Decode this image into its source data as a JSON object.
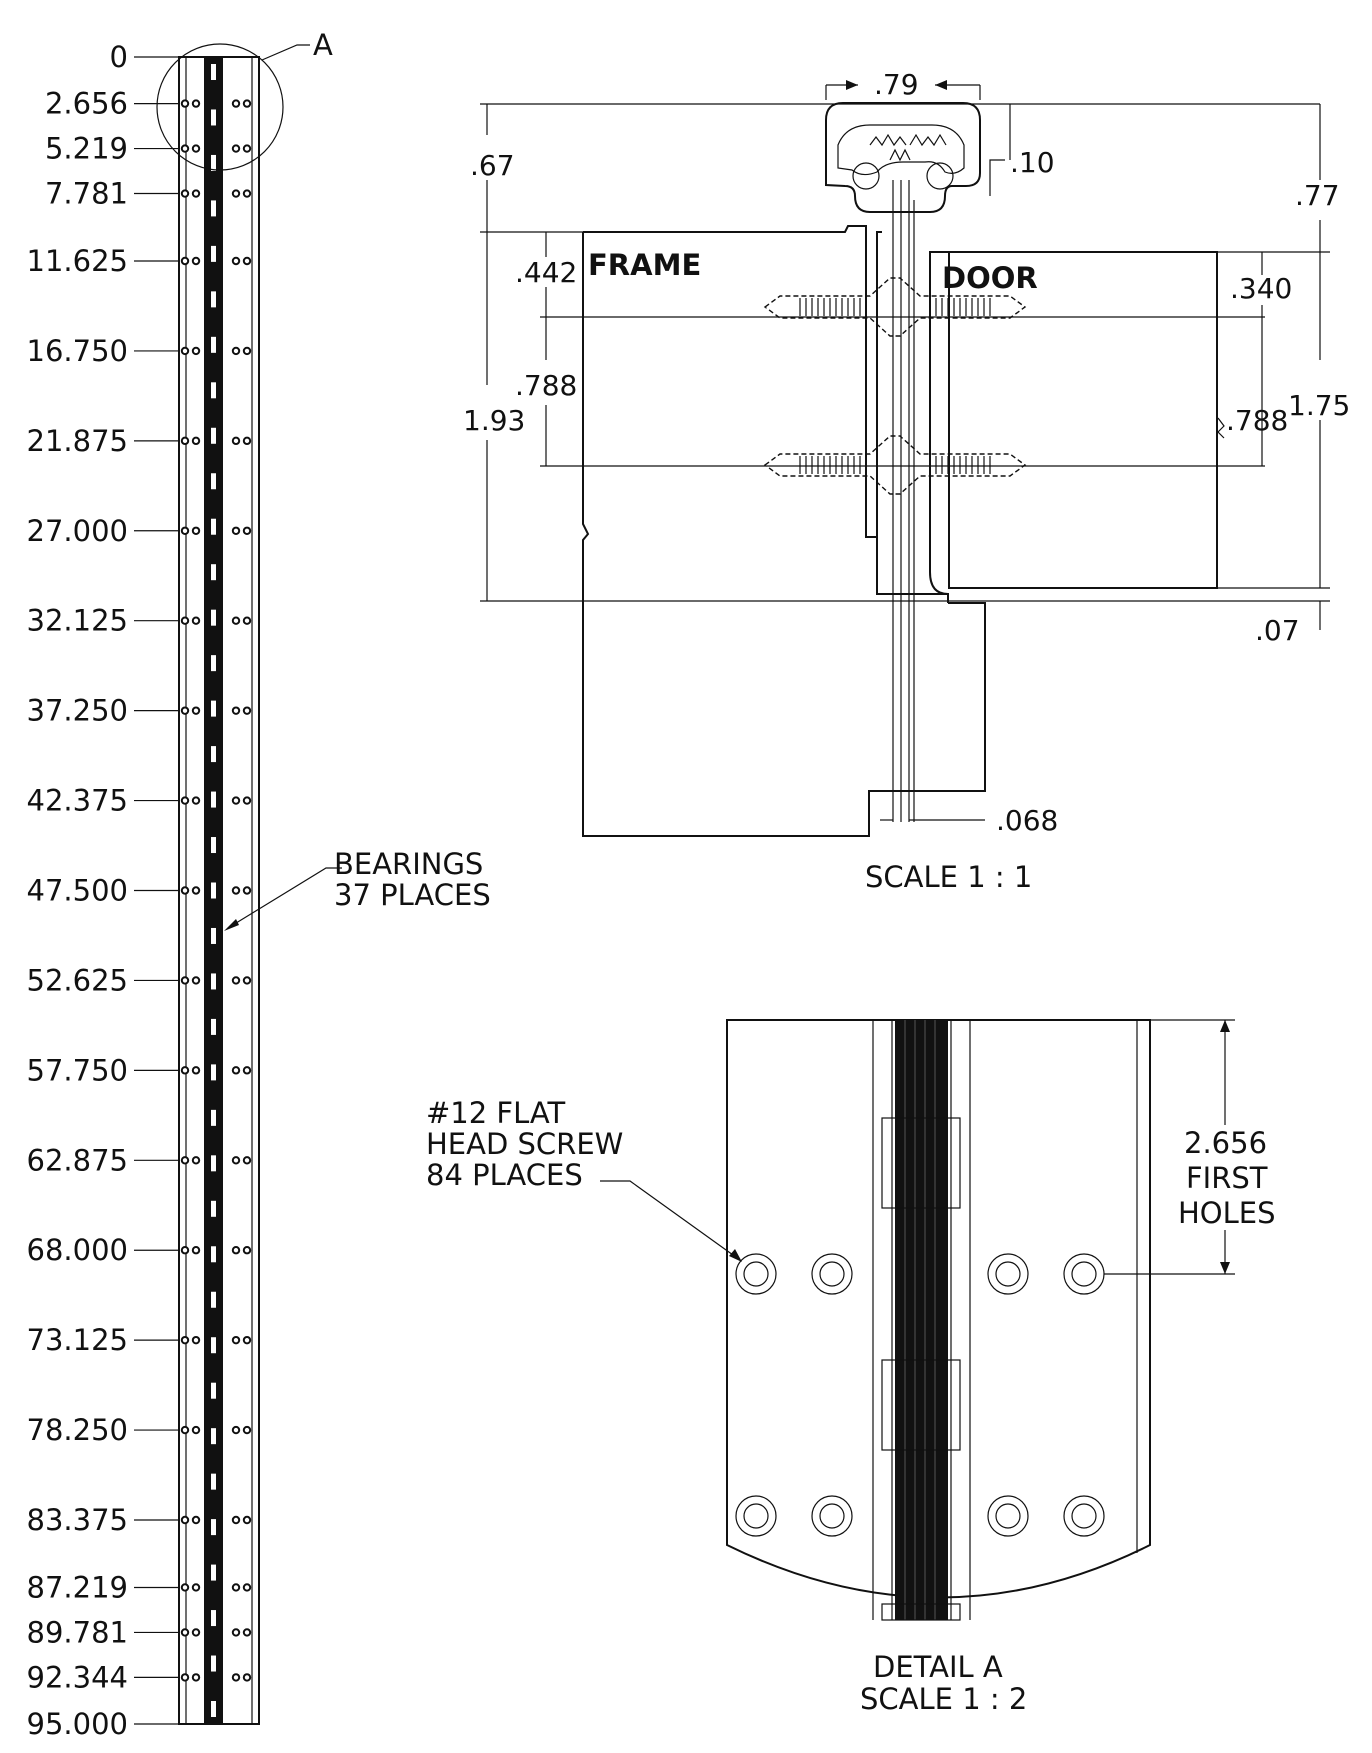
{
  "strip": {
    "stations": [
      "0",
      "2.656",
      "5.219",
      "7.781",
      "11.625",
      "16.750",
      "21.875",
      "27.000",
      "32.125",
      "37.250",
      "42.375",
      "47.500",
      "52.625",
      "57.750",
      "62.875",
      "68.000",
      "73.125",
      "78.250",
      "83.375",
      "87.219",
      "89.781",
      "92.344",
      "95.000"
    ],
    "detail_callout": "A",
    "bearings_line1": "BEARINGS",
    "bearings_line2": "37 PLACES"
  },
  "section": {
    "frame_label": "FRAME",
    "door_label": "DOOR",
    "dims": {
      "top_width": ".79",
      "frame_height_above": ".67",
      "gap": ".10",
      "door_height_above": ".77",
      "frame_screw_offset": ".442",
      "frame_screw_spacing": ".788",
      "frame_total": "1.93",
      "door_screw_offset": ".340",
      "door_screw_spacing": ".788",
      "door_total": "1.75",
      "bottom_gap": ".07",
      "leaf_thickness": ".068"
    },
    "scale": "SCALE 1 : 1"
  },
  "detail": {
    "screw_line1": "#12 FLAT",
    "screw_line2": "HEAD SCREW",
    "screw_line3": "84 PLACES",
    "first_holes_line1": "2.656",
    "first_holes_line2": "FIRST",
    "first_holes_line3": "HOLES",
    "title": "DETAIL A",
    "scale": "SCALE 1 : 2"
  }
}
